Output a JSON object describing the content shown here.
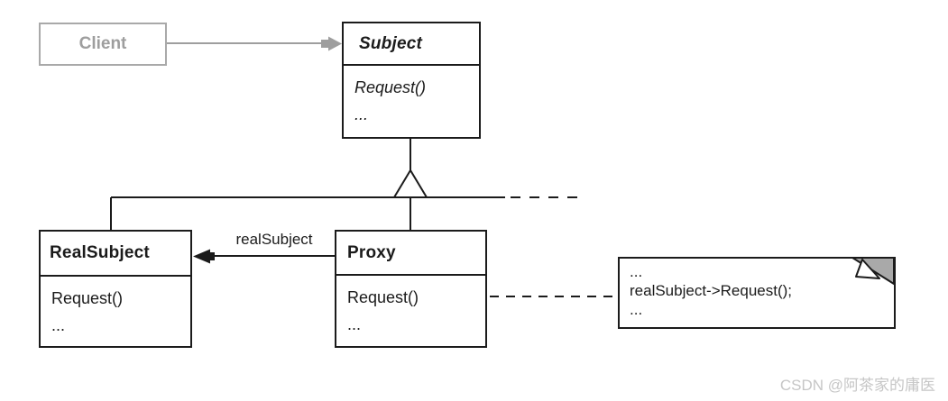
{
  "classes": {
    "client": {
      "name": "Client"
    },
    "subject": {
      "name": "Subject",
      "members": [
        "Request()",
        "..."
      ]
    },
    "real_subject": {
      "name": "RealSubject",
      "members": [
        "Request()",
        "..."
      ]
    },
    "proxy": {
      "name": "Proxy",
      "members": [
        "Request()",
        "..."
      ]
    }
  },
  "relations": {
    "proxy_to_realsubject_label": "realSubject"
  },
  "note": {
    "lines": [
      "...",
      "realSubject->Request();",
      "..."
    ]
  },
  "watermark": "CSDN @阿茶家的庸医",
  "icons": {
    "inheritance_triangle": "hollow-triangle-up",
    "client_arrowhead": "filled-arrow-right",
    "reference_arrowhead": "filled-arrow-left",
    "note_anchor": "small-hollow-circle",
    "note_fold": "folded-corner"
  },
  "colors": {
    "line": "#1b1b1b",
    "client_gray": "#9e9e9e",
    "note_fold_gray": "#a9a9a9",
    "watermark_gray": "#c6c6c6",
    "background": "#ffffff"
  }
}
